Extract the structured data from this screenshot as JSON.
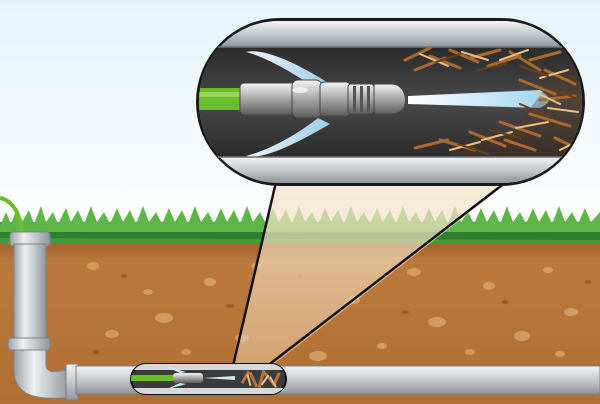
{
  "scene": {
    "subject": "sewer-jetter-nozzle-clearing-pipe-blockage",
    "colors": {
      "sky_top": "#e4f3fb",
      "sky_bottom": "#ffffff",
      "grass": "#3f9c3a",
      "grass_light": "#7cc35a",
      "soil": "#b87436",
      "soil_dark": "#8d5227",
      "soil_spot": "#d4a06a",
      "pipe": "#c9ced2",
      "pipe_dark": "#8e959b",
      "pipe_inner": "#3b3b3b",
      "hose": "#6cbd2b",
      "water": "#bfe3f7",
      "debris": "#a9692f",
      "debris_light": "#e8c18a"
    },
    "icons": [
      "magnifier-callout",
      "jetter-nozzle",
      "water-jet",
      "root-debris",
      "vent-pipe"
    ]
  }
}
